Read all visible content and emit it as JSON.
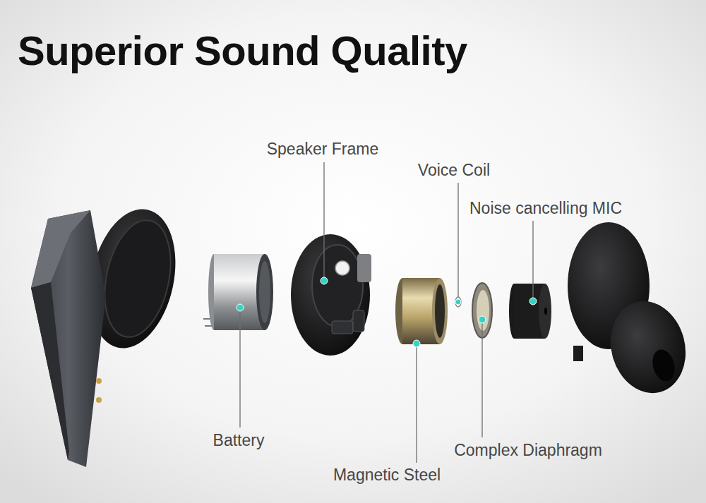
{
  "diagram": {
    "title": "Superior Sound Quality",
    "labels": [
      "Speaker Frame",
      "Voice Coil",
      "Noise cancelling MIC",
      "Battery",
      "Magnetic Steel",
      "Complex Diaphragm"
    ]
  }
}
